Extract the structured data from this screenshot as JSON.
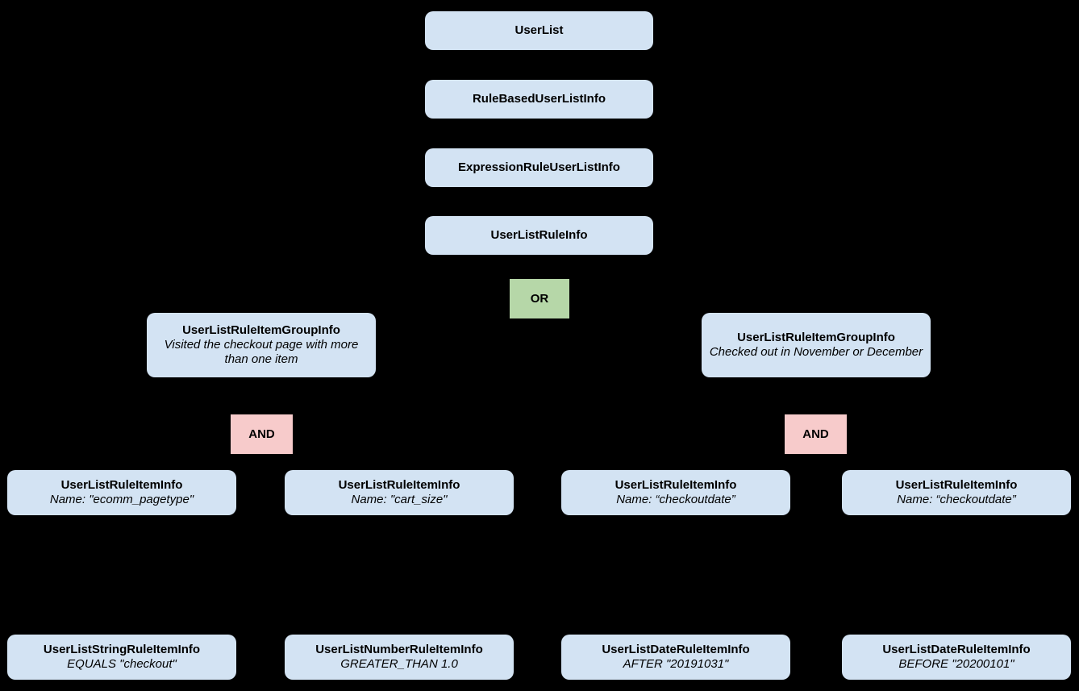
{
  "diagram": {
    "type": "class-hierarchy-tree",
    "background_color": "#000000",
    "colors": {
      "class_node": "#d3e3f3",
      "or_node": "#b6d7a8",
      "and_node": "#f7cbcb",
      "text": "#000000",
      "edge": "#000000"
    },
    "nodes": {
      "user_list": {
        "title": "UserList"
      },
      "rule_based_user_list_info": {
        "title": "RuleBasedUserListInfo"
      },
      "expression_rule_user_list_info": {
        "title": "ExpressionRuleUserListInfo"
      },
      "user_list_rule_info": {
        "title": "UserListRuleInfo"
      },
      "or_operator": {
        "label": "OR"
      },
      "group_left": {
        "title": "UserListRuleItemGroupInfo",
        "subtitle": "Visited the checkout page with more than one item"
      },
      "group_right": {
        "title": "UserListRuleItemGroupInfo",
        "subtitle": "Checked out in November or December"
      },
      "and_operator_left": {
        "label": "AND"
      },
      "and_operator_right": {
        "label": "AND"
      },
      "rule_item_1": {
        "title": "UserListRuleItemInfo",
        "subtitle": "Name: \"ecomm_pagetype\""
      },
      "rule_item_2": {
        "title": "UserListRuleItemInfo",
        "subtitle": "Name: \"cart_size\""
      },
      "rule_item_3": {
        "title": "UserListRuleItemInfo",
        "subtitle": "Name: “checkoutdate”"
      },
      "rule_item_4": {
        "title": "UserListRuleItemInfo",
        "subtitle": "Name: “checkoutdate”"
      },
      "leaf_1": {
        "title": "UserListStringRuleItemInfo",
        "subtitle": "EQUALS \"checkout\""
      },
      "leaf_2": {
        "title": "UserListNumberRuleItemInfo",
        "subtitle": "GREATER_THAN 1.0"
      },
      "leaf_3": {
        "title": "UserListDateRuleItemInfo",
        "subtitle": "AFTER \"20191031\""
      },
      "leaf_4": {
        "title": "UserListDateRuleItemInfo",
        "subtitle": "BEFORE \"20200101\""
      }
    }
  }
}
